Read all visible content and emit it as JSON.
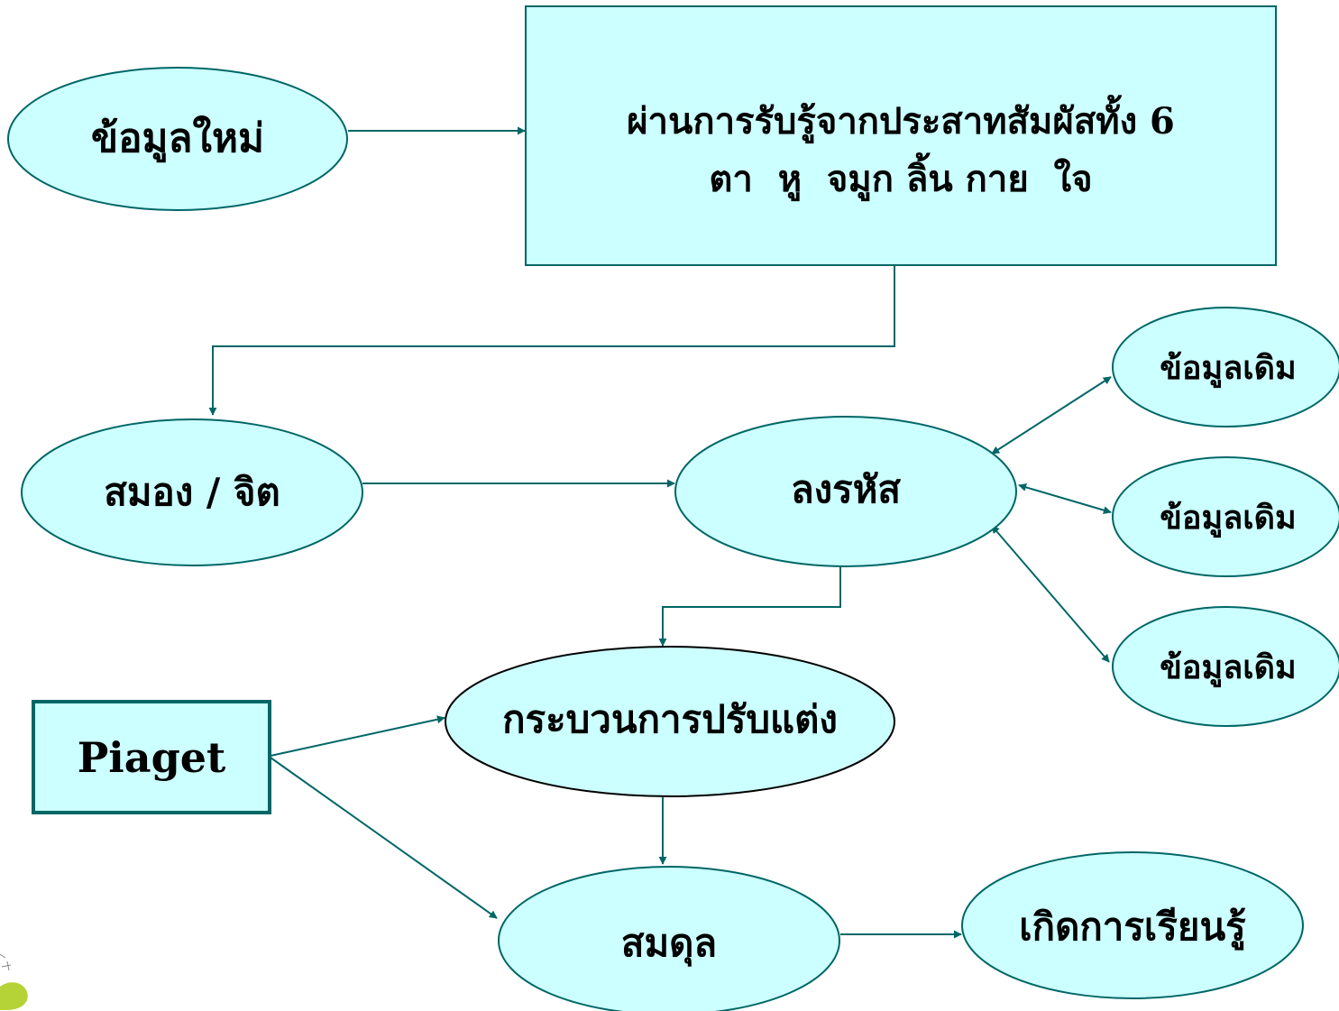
{
  "colors": {
    "node_fill": "#CCFFFF",
    "node_stroke": "#006666",
    "connector": "#006666",
    "text": "#000000",
    "decoration": "#B5D336"
  },
  "nodes": {
    "new_info": "ข้อมูลใหม่",
    "senses_line1": "ผ่านการรับรู้จากประสาทสัมผัสทั้ง 6",
    "senses_line2": "ตา  หู  จมูก ลิ้น กาย  ใจ",
    "brain_mind": "สมอง / จิต",
    "encode": "ลงรหัส",
    "prior_knowledge_1": "ข้อมูลเดิม",
    "prior_knowledge_2": "ข้อมูลเดิม",
    "prior_knowledge_3": "ข้อมูลเดิม",
    "adaptation": "กระบวนการปรับแต่ง",
    "piaget": "Piaget",
    "equilibrium": "สมดุล",
    "learning": "เกิดการเรียนรู้"
  },
  "decoration": {
    "icon": "green-blob-icon"
  }
}
